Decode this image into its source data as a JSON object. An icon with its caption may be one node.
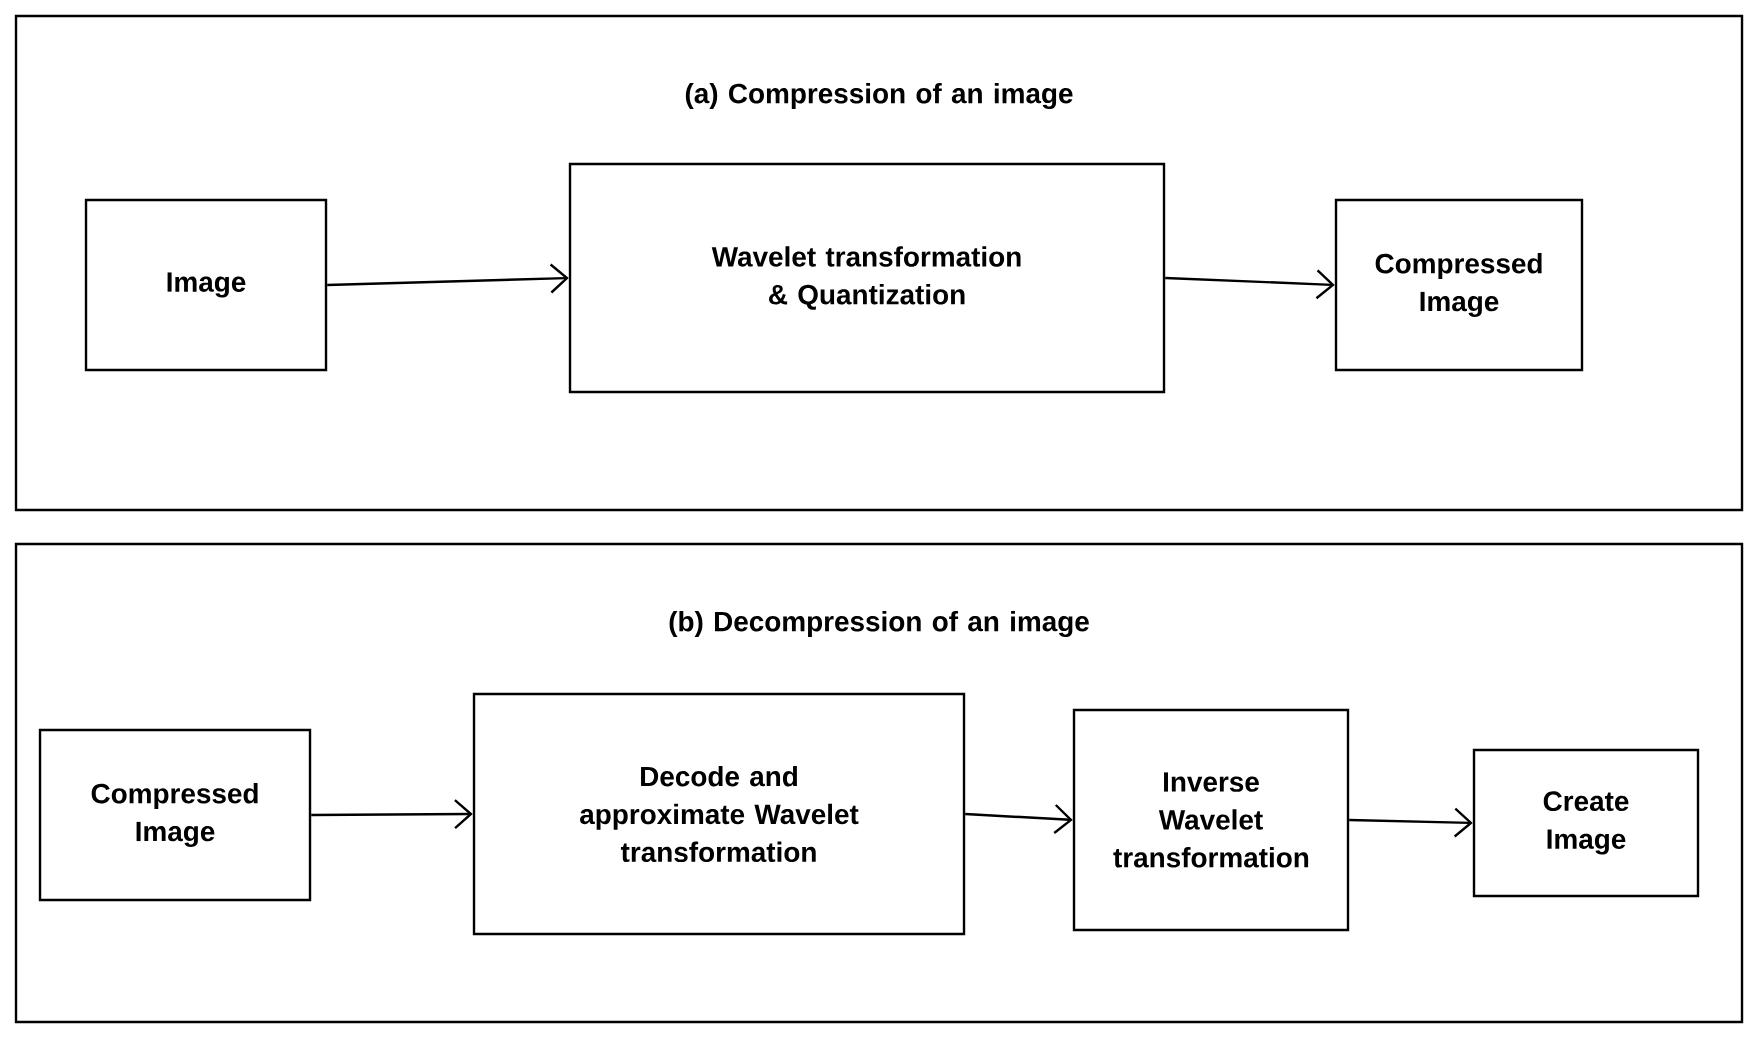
{
  "diagram": {
    "nodes": [
      {
        "text": [
          "(a) Compression of an image"
        ]
      },
      {
        "text": [
          "Image"
        ],
        "in": 0
      },
      {
        "text": [
          "Wavelet transformation & Quantization"
        ],
        "in": 0
      },
      {
        "text": [
          "Compressed Image"
        ],
        "in": 0
      },
      {
        "text": [
          "(b) Decompression of an image"
        ]
      },
      {
        "text": [
          "Compressed Image"
        ],
        "in": 4
      },
      {
        "text": [
          "Decode and approximate Wavelet transformation"
        ],
        "in": 4
      },
      {
        "text": [
          "Inverse Wavelet transformation"
        ],
        "in": 4
      },
      {
        "text": [
          "Create Image"
        ],
        "in": 4
      }
    ],
    "edges": [
      {
        "from": 1,
        "to": 2,
        "arrow": "to"
      },
      {
        "from": 2,
        "to": 3,
        "arrow": "to"
      },
      {
        "from": 5,
        "to": 6,
        "arrow": "to"
      },
      {
        "from": 6,
        "to": 7,
        "arrow": "to"
      },
      {
        "from": 7,
        "to": 8,
        "arrow": "to"
      }
    ]
  }
}
